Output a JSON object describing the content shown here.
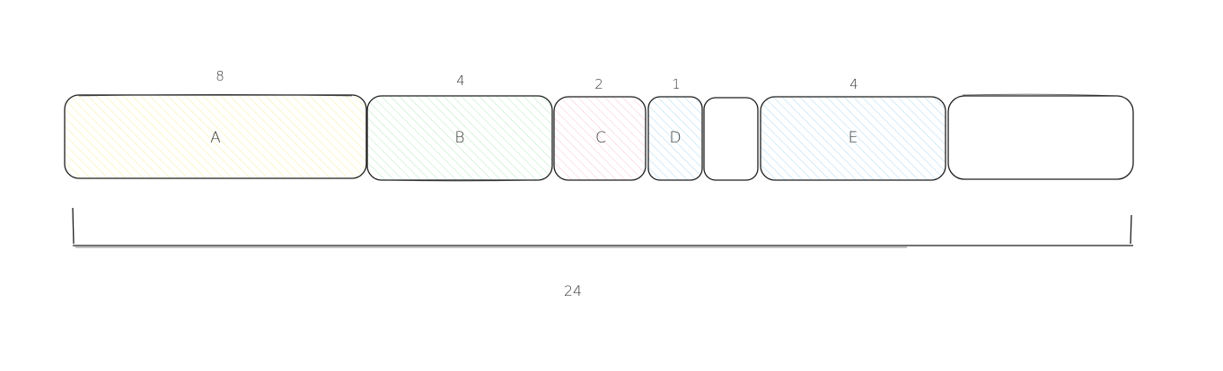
{
  "blocks": [
    {
      "label": "A",
      "size": "8",
      "color": "#f5e663"
    },
    {
      "label": "B",
      "size": "4",
      "color": "#8fdc9f"
    },
    {
      "label": "C",
      "size": "2",
      "color": "#f5a3b5"
    },
    {
      "label": "D",
      "size": "1",
      "color": "#7ec3ee"
    },
    {
      "label": "",
      "size": "",
      "color": ""
    },
    {
      "label": "E",
      "size": "4",
      "color": "#7ec3ee"
    },
    {
      "label": "",
      "size": "",
      "color": ""
    }
  ],
  "total": "24",
  "stroke_color": "#1e1e1e"
}
